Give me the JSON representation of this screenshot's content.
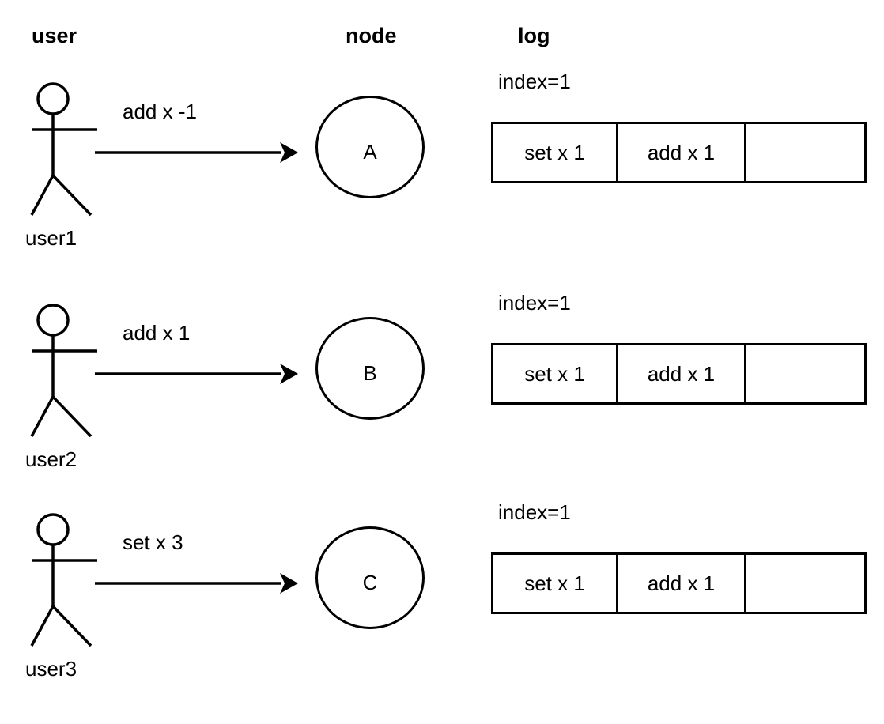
{
  "headers": {
    "user": "user",
    "node": "node",
    "log": "log"
  },
  "colors": {
    "stroke": "#000000",
    "background": "#ffffff",
    "text": "#000000"
  },
  "rows": [
    {
      "actor_label": "user1",
      "actor_icon": "stick-figure-icon",
      "message": "add x -1",
      "arrow_icon": "arrow-right-icon",
      "node": "A",
      "log": {
        "index_label": "index=1",
        "entries": [
          "set x 1",
          "add x 1",
          ""
        ]
      }
    },
    {
      "actor_label": "user2",
      "actor_icon": "stick-figure-icon",
      "message": "add x 1",
      "arrow_icon": "arrow-right-icon",
      "node": "B",
      "log": {
        "index_label": "index=1",
        "entries": [
          "set x 1",
          "add x 1",
          ""
        ]
      }
    },
    {
      "actor_label": "user3",
      "actor_icon": "stick-figure-icon",
      "message": "set x 3",
      "arrow_icon": "arrow-right-icon",
      "node": "C",
      "log": {
        "index_label": "index=1",
        "entries": [
          "set x 1",
          "add x 1",
          ""
        ]
      }
    }
  ]
}
